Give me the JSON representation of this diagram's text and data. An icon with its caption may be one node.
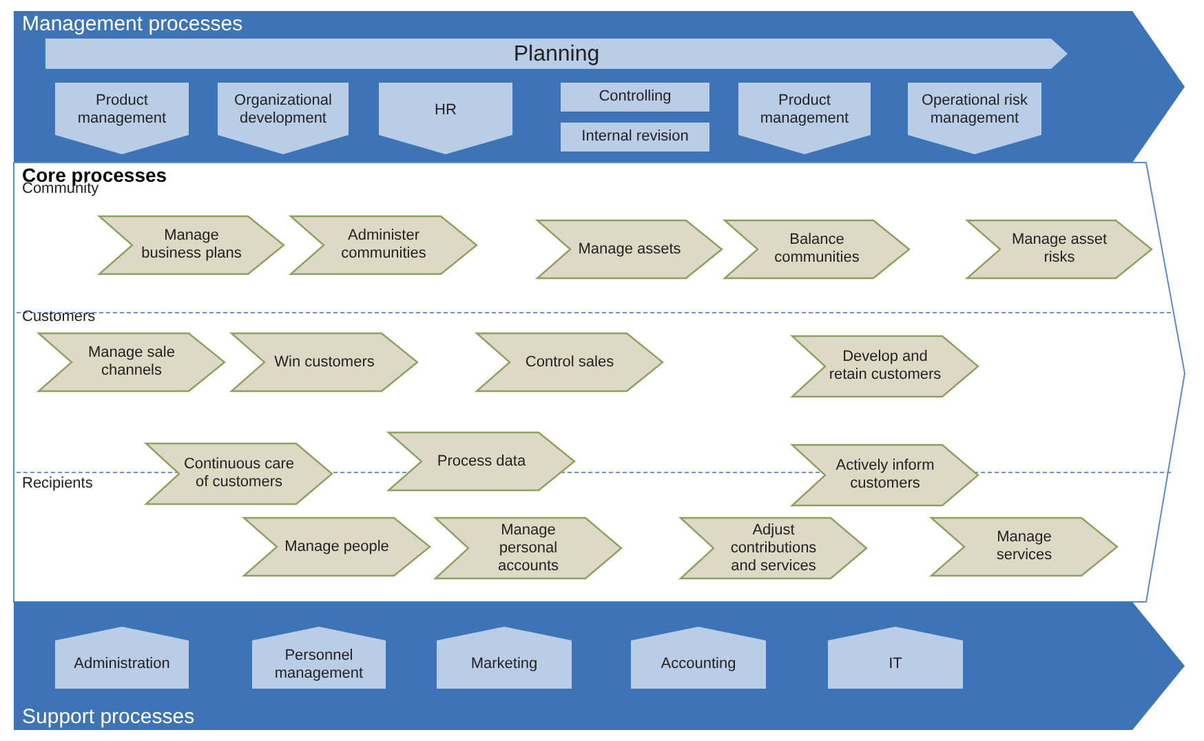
{
  "diagram": {
    "nodes": [
      {
        "text": [
          "Management processes"
        ]
      },
      {
        "text": [
          "Planning"
        ],
        "in": 0
      },
      {
        "text": [
          "Product management"
        ],
        "in": 0
      },
      {
        "text": [
          "Organizational development"
        ],
        "in": 0
      },
      {
        "text": [
          "HR"
        ],
        "in": 0
      },
      {
        "text": [
          "Controlling"
        ],
        "in": 0
      },
      {
        "text": [
          "Internal revision"
        ],
        "in": 0
      },
      {
        "text": [
          "Product management"
        ],
        "in": 0
      },
      {
        "text": [
          "Operational risk management"
        ],
        "in": 0
      },
      {
        "text": [
          "Core processes"
        ]
      },
      {
        "text": [
          "Manage business plans"
        ],
        "in": 9
      },
      {
        "text": [
          "Administer communities"
        ],
        "in": 9
      },
      {
        "text": [
          "Manage assets"
        ],
        "in": 9
      },
      {
        "text": [
          "Balance communities"
        ],
        "in": 9
      },
      {
        "text": [
          "Manage asset risks"
        ],
        "in": 9
      },
      {
        "text": [
          "Manage sale channels"
        ],
        "in": 9
      },
      {
        "text": [
          "Win customers"
        ],
        "in": 9
      },
      {
        "text": [
          "Control sales"
        ],
        "in": 9
      },
      {
        "text": [
          "Develop and retain customers"
        ],
        "in": 9
      },
      {
        "text": [
          "Continuous care of customers"
        ],
        "in": 9
      },
      {
        "text": [
          "Process data"
        ],
        "in": 9
      },
      {
        "text": [
          "Actively inform customers"
        ],
        "in": 9
      },
      {
        "text": [
          "Manage people"
        ],
        "in": 9
      },
      {
        "text": [
          "Manage personal accounts"
        ],
        "in": 9
      },
      {
        "text": [
          "Adjust contributions and services"
        ],
        "in": 9
      },
      {
        "text": [
          "Manage services"
        ],
        "in": 9
      },
      {
        "text": [
          "Support processes"
        ]
      },
      {
        "text": [
          "Administration"
        ],
        "in": 26
      },
      {
        "text": [
          "Personnel management"
        ],
        "in": 26
      },
      {
        "text": [
          "Marketing"
        ],
        "in": 26
      },
      {
        "text": [
          "Accounting"
        ],
        "in": 26
      },
      {
        "text": [
          "IT"
        ],
        "in": 26
      }
    ],
    "labels": [
      "Community",
      "Customers",
      "Recipients"
    ]
  }
}
